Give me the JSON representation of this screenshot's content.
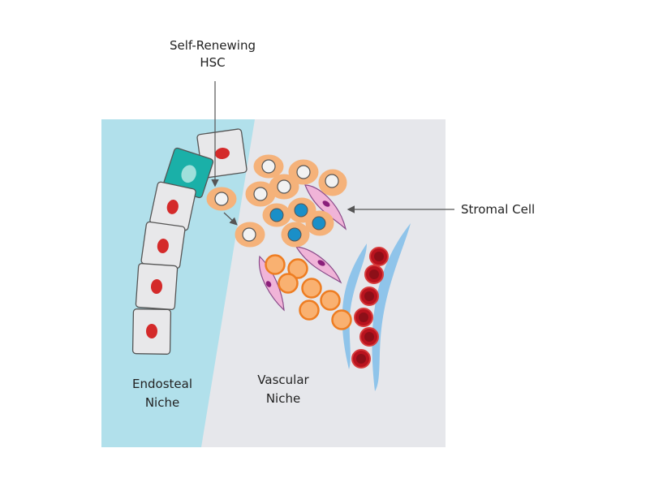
{
  "labels": {
    "hsc_line1": "Self-Renewing",
    "hsc_line2": "HSC",
    "stromal": "Stromal Cell",
    "endosteal_line1": "Endosteal",
    "endosteal_line2": "Niche",
    "vascular_line1": "Vascular",
    "vascular_line2": "Niche"
  },
  "colors": {
    "endosteal_region": "#b1e0eb",
    "vascular_region": "#e6e7eb",
    "osteoblast_fill": "#e8e8ea",
    "osteoblast_nucleus": "#d42a2a",
    "hsc_niche_cell": "#1ab0a8",
    "hsc_cytoplasm": "#f5b27a",
    "hsc_nucleus_white": "#f2f2f2",
    "hsc_nucleus_blue": "#1a8fc8",
    "progenitor_orange": "#f9b171",
    "progenitor_outline": "#ee7d22",
    "stromal_cell": "#f0b4d8",
    "stromal_nucleus": "#8a1f7a",
    "red_blood_cell": "#b8131e",
    "vessel": "#8fc4ea",
    "arrow": "#555555"
  }
}
